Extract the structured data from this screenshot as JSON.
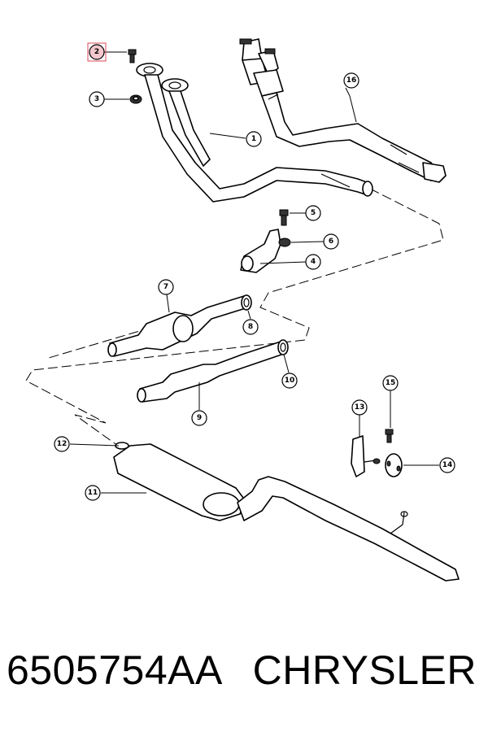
{
  "diagram": {
    "callouts": [
      {
        "id": "c2",
        "label": "2",
        "highlighted": true
      },
      {
        "id": "c3",
        "label": "3"
      },
      {
        "id": "c1",
        "label": "1"
      },
      {
        "id": "c16",
        "label": "16"
      },
      {
        "id": "c5",
        "label": "5"
      },
      {
        "id": "c6",
        "label": "6"
      },
      {
        "id": "c4",
        "label": "4"
      },
      {
        "id": "c7",
        "label": "7"
      },
      {
        "id": "c8",
        "label": "8"
      },
      {
        "id": "c10",
        "label": "10"
      },
      {
        "id": "c9",
        "label": "9"
      },
      {
        "id": "c15",
        "label": "15"
      },
      {
        "id": "c13",
        "label": "13"
      },
      {
        "id": "c14",
        "label": "14"
      },
      {
        "id": "c12",
        "label": "12"
      },
      {
        "id": "c11",
        "label": "11"
      }
    ],
    "highlight_color": "#d9475a"
  },
  "footer": {
    "part_number": "6505754AA",
    "brand": "CHRYSLER"
  }
}
